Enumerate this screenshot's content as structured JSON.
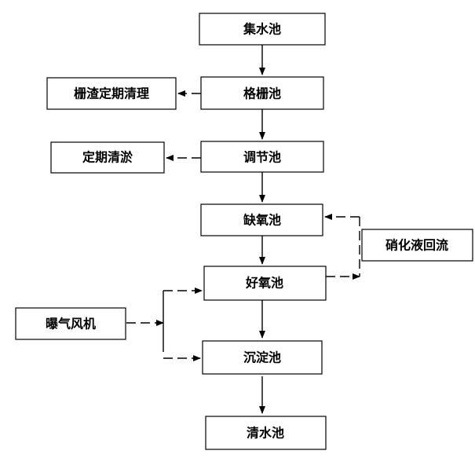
{
  "boxes": {
    "collection_tank": "集水池",
    "screen_tank": "格栅池",
    "screen_residue": "栅渣定期清理",
    "regulating_tank": "调节池",
    "sludge_cleaning": "定期清淤",
    "anoxic_tank": "缺氧池",
    "nitrate_return": "硝化液回流",
    "aerobic_tank": "好氧池",
    "aeration_blower": "曝气风机",
    "sedimentation_tank": "沉淀池",
    "clear_water_tank": "清水池"
  }
}
